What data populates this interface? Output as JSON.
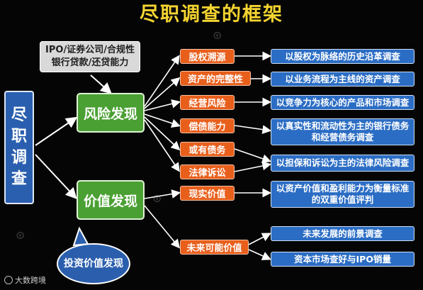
{
  "title": "尽职调查的框架",
  "grey_box": {
    "line1": "IPO/证券公司/合规性",
    "line2": "银行贷款/还贷能力"
  },
  "root": [
    "尽",
    "职",
    "调",
    "查"
  ],
  "green_nodes": {
    "risk": "风险发现",
    "value": "价值发现"
  },
  "orange_nodes": {
    "equity": "股权溯源",
    "assets": "资产的完整性",
    "operations": "经营风险",
    "solvency": "偿债能力",
    "contingent": "或有债务",
    "litigation": "法律诉讼",
    "realized": "现实价值",
    "future": "未来可能价值"
  },
  "blue_nodes": {
    "equity_history": "以股权为脉络的历史沿革调查",
    "asset_survey": "以业务流程为主线的资产调查",
    "product_market": "以竞争力为核心的产品和市场调查",
    "bank_debt": "以真实性和流动性为主的银行债务和经营债务调查",
    "legal_risk": "以担保和诉讼为主的法律风险调查",
    "dual_value": "以资产价值和盈利能力为衡量标准的双重价值评判",
    "prospect": "未来发展的前景调查",
    "capital_market": "资本市场查好与IPO销量"
  },
  "bubble": "投资价值发现",
  "brand": "大数跨境"
}
